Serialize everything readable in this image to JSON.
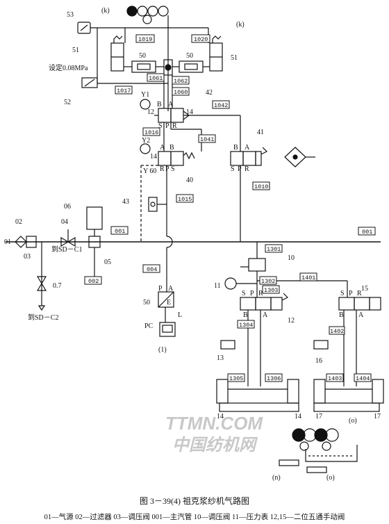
{
  "figure": {
    "caption": "图 3－39(4)   祖克浆纱机气路图",
    "legend": "01—气源   02—过滤器   03—调压阀   001—主汽管   10—调压阀   11—压力表   12,15—二位五通手动阀"
  },
  "watermark": {
    "line1": "TTMN.COM",
    "line2": "中国纺机网"
  },
  "top": {
    "k_left": "(k)",
    "k_right": "(k)",
    "setting": "设定0.08MPa"
  },
  "tags": {
    "t1019": "1019",
    "t1020": "1020",
    "t1061": "1061",
    "t1062": "1062",
    "t1017": "1017",
    "t1060": "1060",
    "t1042": "1042",
    "t1016": "1016",
    "t1041": "1041",
    "t1015": "1015",
    "t1010": "1010",
    "t001a": "001",
    "t001b": "001",
    "t002": "002",
    "t004": "004",
    "t1301": "1301",
    "t1302": "1302",
    "t1303": "1303",
    "t1401": "1401",
    "t1304": "1304",
    "t1402": "1402",
    "t1305": "1305",
    "t1306": "1306",
    "t1403": "1403",
    "t1404": "1404"
  },
  "numbers": {
    "n53": "53",
    "n51a": "51",
    "n51b": "51",
    "n50a": "50",
    "n50b": "50",
    "n52": "52",
    "n42": "42",
    "n41": "41",
    "n40": "40",
    "n43": "43",
    "n06": "06",
    "n02": "02",
    "n01": "01",
    "n03": "03",
    "n04": "04",
    "n05": "05",
    "n07": "0.7",
    "n10": "10",
    "n11": "11",
    "n12": "12",
    "n15": "15",
    "n13": "13",
    "n16": "16",
    "n14a": "14",
    "n14b": "14",
    "n17a": "17",
    "n17b": "17",
    "n50c": "50",
    "nPC": "PC",
    "nL": "L",
    "n1": "(1)",
    "ny1": "Y1",
    "ny2": "Y2",
    "ny60": "Y 60",
    "n_o1": "(o)",
    "n_n": "(n)",
    "n_o2": "(o)"
  },
  "texts": {
    "sd_c1": "到SD－C1",
    "sd_c2": "到SD－C2"
  },
  "ports": {
    "v42": {
      "B": "B",
      "A": "A",
      "S": "S",
      "P": "P",
      "R": "R",
      "n12": "12",
      "n14": "14"
    },
    "v41": {
      "B": "B",
      "A": "A",
      "S": "S",
      "P": "P",
      "R": "R"
    },
    "v40": {
      "B": "B",
      "A": "A",
      "R": "R",
      "P": "P",
      "S": "S",
      "n14": "14"
    },
    "v12": {
      "S": "S",
      "P": "P",
      "R": "R",
      "B": "B",
      "A": "A"
    },
    "v15": {
      "S": "S",
      "P": "P",
      "R": "R",
      "B": "B",
      "A": "A"
    },
    "sensor": {
      "P": "P",
      "A": "A",
      "E": "E"
    }
  }
}
